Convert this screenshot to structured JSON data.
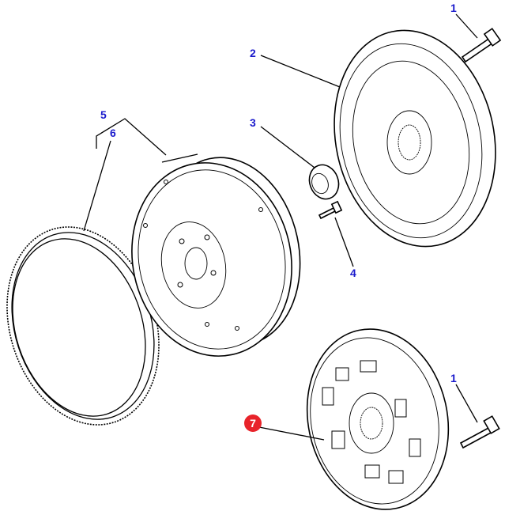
{
  "diagram": {
    "callouts": {
      "bolt_top": "1",
      "pressure_plate": "2",
      "bearing": "3",
      "bolt_small": "4",
      "flywheel": "5",
      "ring_gear": "6",
      "bolt_bottom": "1",
      "clutch_disc": "7"
    },
    "highlight_color": "#e8232a",
    "callout_color": "#1a1acc"
  }
}
